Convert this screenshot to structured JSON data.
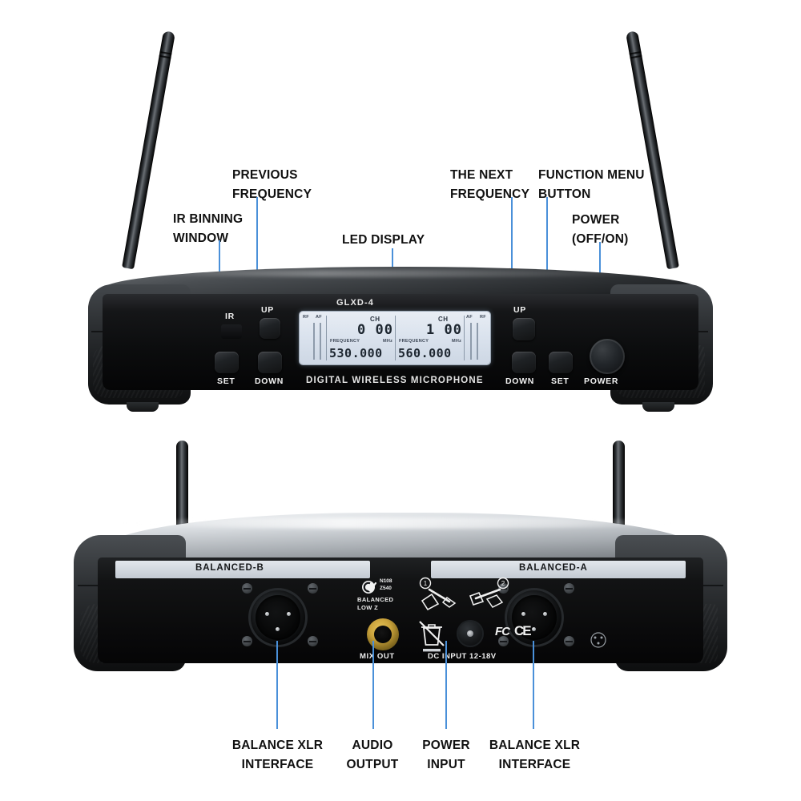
{
  "diagram": {
    "title": "Wireless microphone receiver GLXD-4 front and rear panel callouts",
    "accent_color": "#4a90d9",
    "label_color": "#111111"
  },
  "top_callouts": [
    {
      "id": "ir-binning-window",
      "lines": [
        "IR BINNING",
        "WINDOW"
      ]
    },
    {
      "id": "previous-frequency",
      "lines": [
        "PREVIOUS",
        "FREQUENCY"
      ]
    },
    {
      "id": "led-display",
      "lines": [
        "LED DISPLAY"
      ]
    },
    {
      "id": "the-next-frequency",
      "lines": [
        "THE NEXT",
        "FREQUENCY"
      ]
    },
    {
      "id": "function-menu-button",
      "lines": [
        "FUNCTION MENU",
        "BUTTON"
      ]
    },
    {
      "id": "power-off-on",
      "lines": [
        "POWER",
        "(OFF/ON)"
      ]
    }
  ],
  "bottom_callouts": [
    {
      "id": "balance-xlr-interface-b",
      "lines": [
        "BALANCE XLR",
        "INTERFACE"
      ]
    },
    {
      "id": "audio-output",
      "lines": [
        "AUDIO",
        "OUTPUT"
      ]
    },
    {
      "id": "power-input",
      "lines": [
        "POWER",
        "INPUT"
      ]
    },
    {
      "id": "balance-xlr-interface-a",
      "lines": [
        "BALANCE XLR",
        "INTERFACE"
      ]
    }
  ],
  "front_panel": {
    "model": "GLXD-4",
    "product_line": "DIGITAL WIRELESS MICROPHONE",
    "left_controls": {
      "ir": "IR",
      "up": "UP",
      "set": "SET",
      "down": "DOWN"
    },
    "right_controls": {
      "up": "UP",
      "down": "DOWN",
      "set": "SET",
      "power": "POWER"
    }
  },
  "lcd": {
    "left": {
      "rf_label": "RF",
      "af_label": "AF",
      "ch_label": "CH",
      "channel_value": "0 00",
      "frequency_label": "FREQUENCY",
      "unit_label": "MHz",
      "frequency_value": "530.000"
    },
    "right": {
      "rf_label": "RF",
      "af_label": "AF",
      "ch_label": "CH",
      "channel_value": "1 00",
      "frequency_label": "FREQUENCY",
      "unit_label": "MHz",
      "frequency_value": "560.000"
    }
  },
  "rear_panel": {
    "strip_left": "BALANCED-B",
    "strip_right": "BALANCED-A",
    "ctick_code_1": "N108",
    "ctick_code_2": "Z540",
    "balanced_line_1": "BALANCED",
    "balanced_line_2": "LOW Z",
    "mix_out": "MIX OUT",
    "dc_input": "DC INPUT 12-18V",
    "antenna_marker_1": "1",
    "antenna_marker_2": "2",
    "fcc_mark": "FC",
    "ce_mark": "CE",
    "weee_icon": "crossed-out-wheelie-bin-icon"
  }
}
